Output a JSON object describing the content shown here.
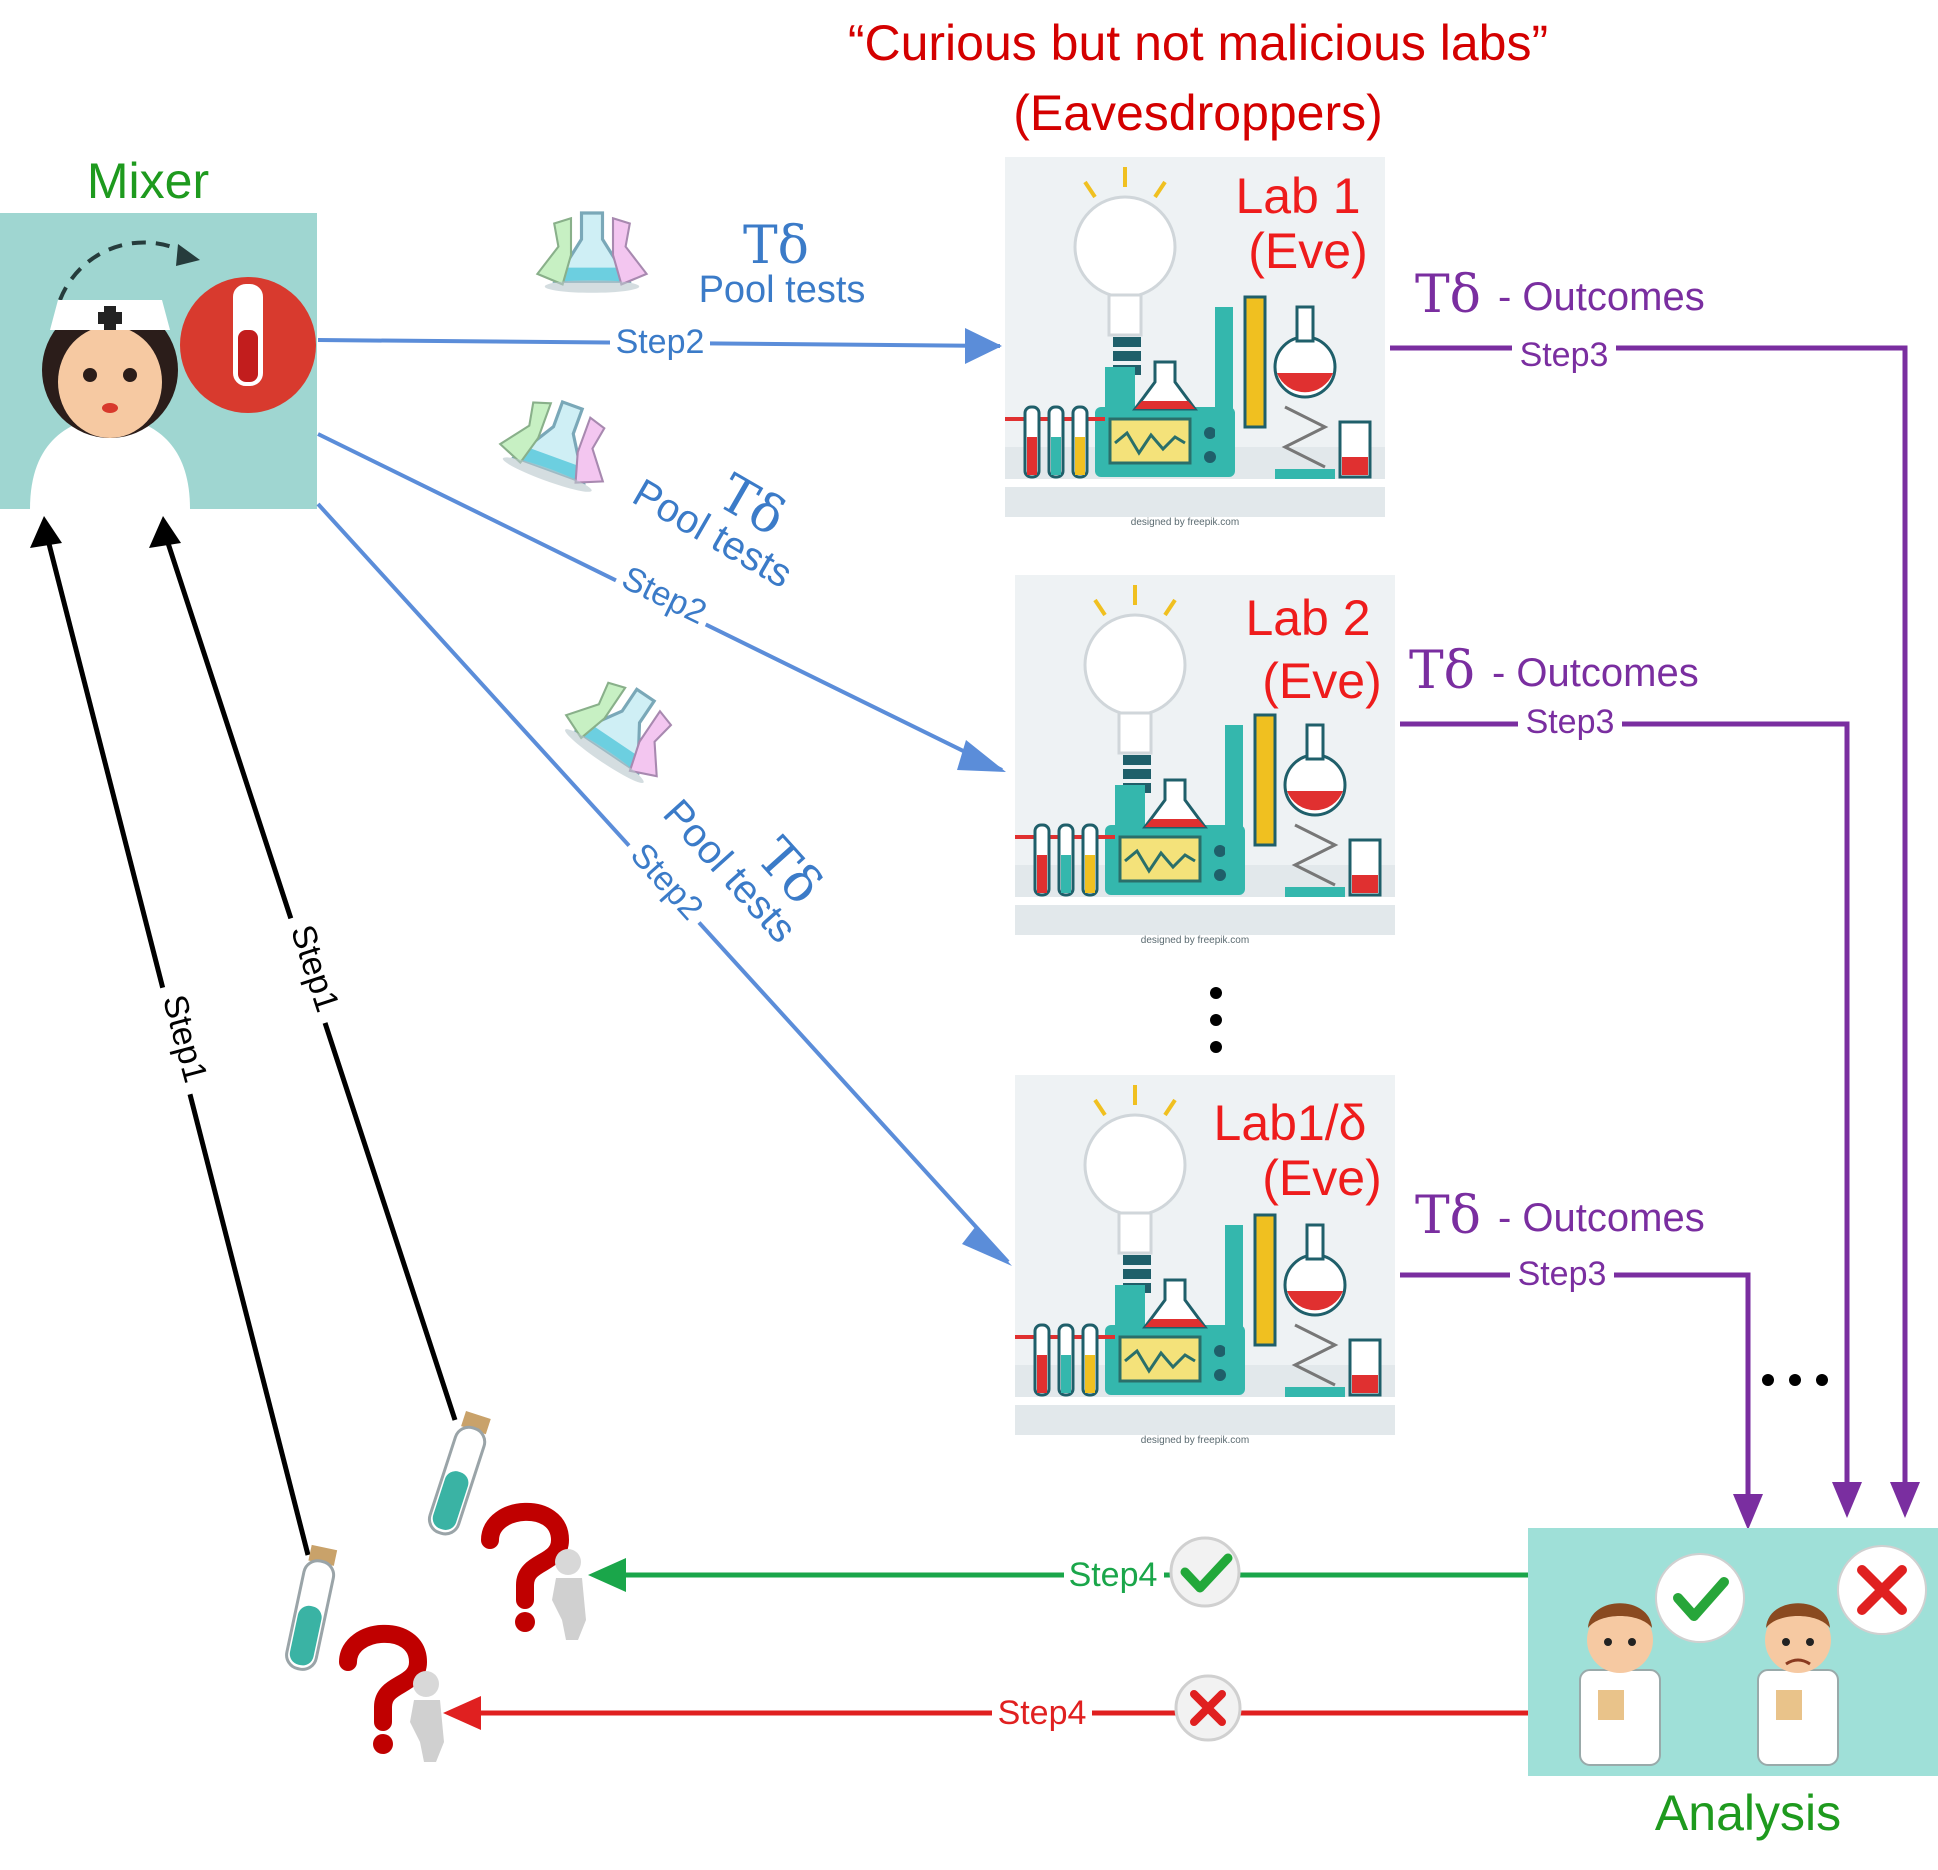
{
  "header": {
    "line1": "“Curious but not malicious labs”",
    "line2": "(Eavesdroppers)"
  },
  "mixer": {
    "label": "Mixer"
  },
  "analysis": {
    "label": "Analysis"
  },
  "labs": [
    {
      "name": "Lab 1",
      "role": "(Eve)"
    },
    {
      "name": "Lab 2",
      "role": "(Eve)"
    },
    {
      "name": "Lab1/δ",
      "role": "(Eve)"
    }
  ],
  "pool": {
    "symbol": "Tδ",
    "label": "Pool tests",
    "step": "Step2"
  },
  "outcomes": {
    "symbol": "Tδ",
    "label": "- Outcomes",
    "step": "Step3"
  },
  "step1": {
    "label": "Step1"
  },
  "step4": {
    "positive": "Step4",
    "negative": "Step4"
  },
  "footer": {
    "credit": "designed by freepik.com"
  },
  "colors": {
    "step1": "#000000",
    "step2": "#5b8dd9",
    "step3": "#7a2ea0",
    "step4_positive": "#1aa64a",
    "step4_negative": "#e02020",
    "title": "#c00000",
    "panel_bg": "#9fd6d1"
  },
  "icons": [
    "nurse-icon",
    "test-tube-icon",
    "flask-icon",
    "lab-bench-icon",
    "question-person-icon",
    "doctor-approve-icon",
    "doctor-reject-icon",
    "check-icon",
    "cross-icon"
  ]
}
